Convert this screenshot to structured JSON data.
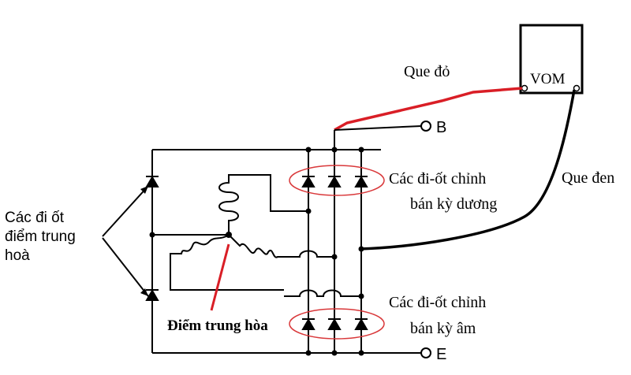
{
  "diagram": {
    "meter_label": "VOM",
    "red_probe_label": "Que đỏ",
    "black_probe_label": "Que đen",
    "terminal_b": "B",
    "terminal_e": "E",
    "positive_diodes_line1": "Các đi-ốt chỉnh",
    "positive_diodes_line2": "bán kỳ dương",
    "negative_diodes_line1": "Các đi-ốt chỉnh",
    "negative_diodes_line2": "bán kỳ âm",
    "neutral_diodes_line1": "Các đi ốt",
    "neutral_diodes_line2": "điểm trung",
    "neutral_diodes_line3": "hoà",
    "neutral_point_label": "Điểm trung hòa"
  },
  "colors": {
    "probe_red": "#d91e26",
    "probe_black": "#000000",
    "highlight_ellipse": "#d9383a"
  }
}
